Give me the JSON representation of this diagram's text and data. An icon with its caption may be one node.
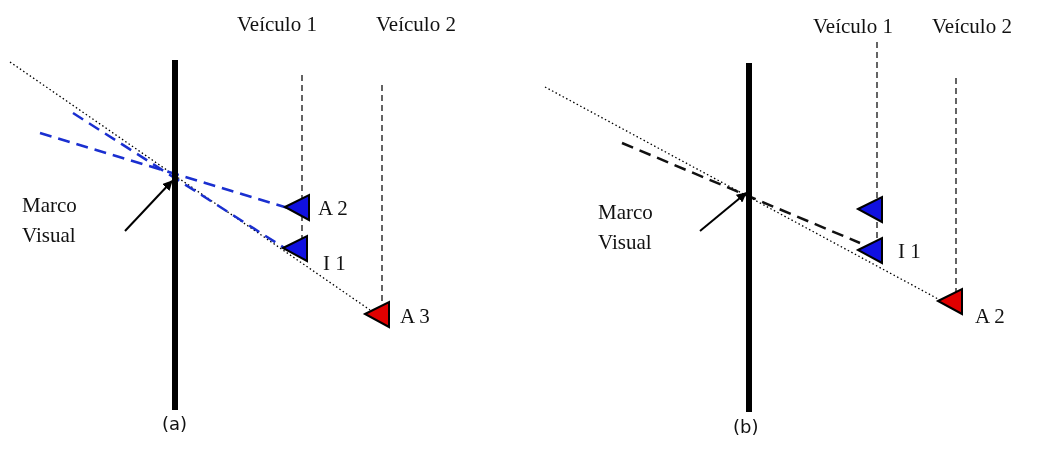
{
  "diagram": {
    "nodes": [
      {
        "text": [
          "Marco Visual"
        ]
      },
      {
        "text": [],
        "shape": "bar"
      },
      {
        "text": [
          "Marco Visual"
        ]
      },
      {
        "text": [],
        "shape": "bar"
      }
    ],
    "edges": [
      {
        "from": 0,
        "to": 1,
        "arrow": "to"
      },
      {
        "from": 2,
        "to": 3,
        "arrow": "to"
      }
    ],
    "labels": [
      "Veículo 1",
      "Veículo 2",
      "A 2",
      "I 1",
      "A 3",
      "(a)",
      "Veículo 1",
      "Veículo 2",
      "I 1",
      "A 2",
      "(b)"
    ]
  }
}
